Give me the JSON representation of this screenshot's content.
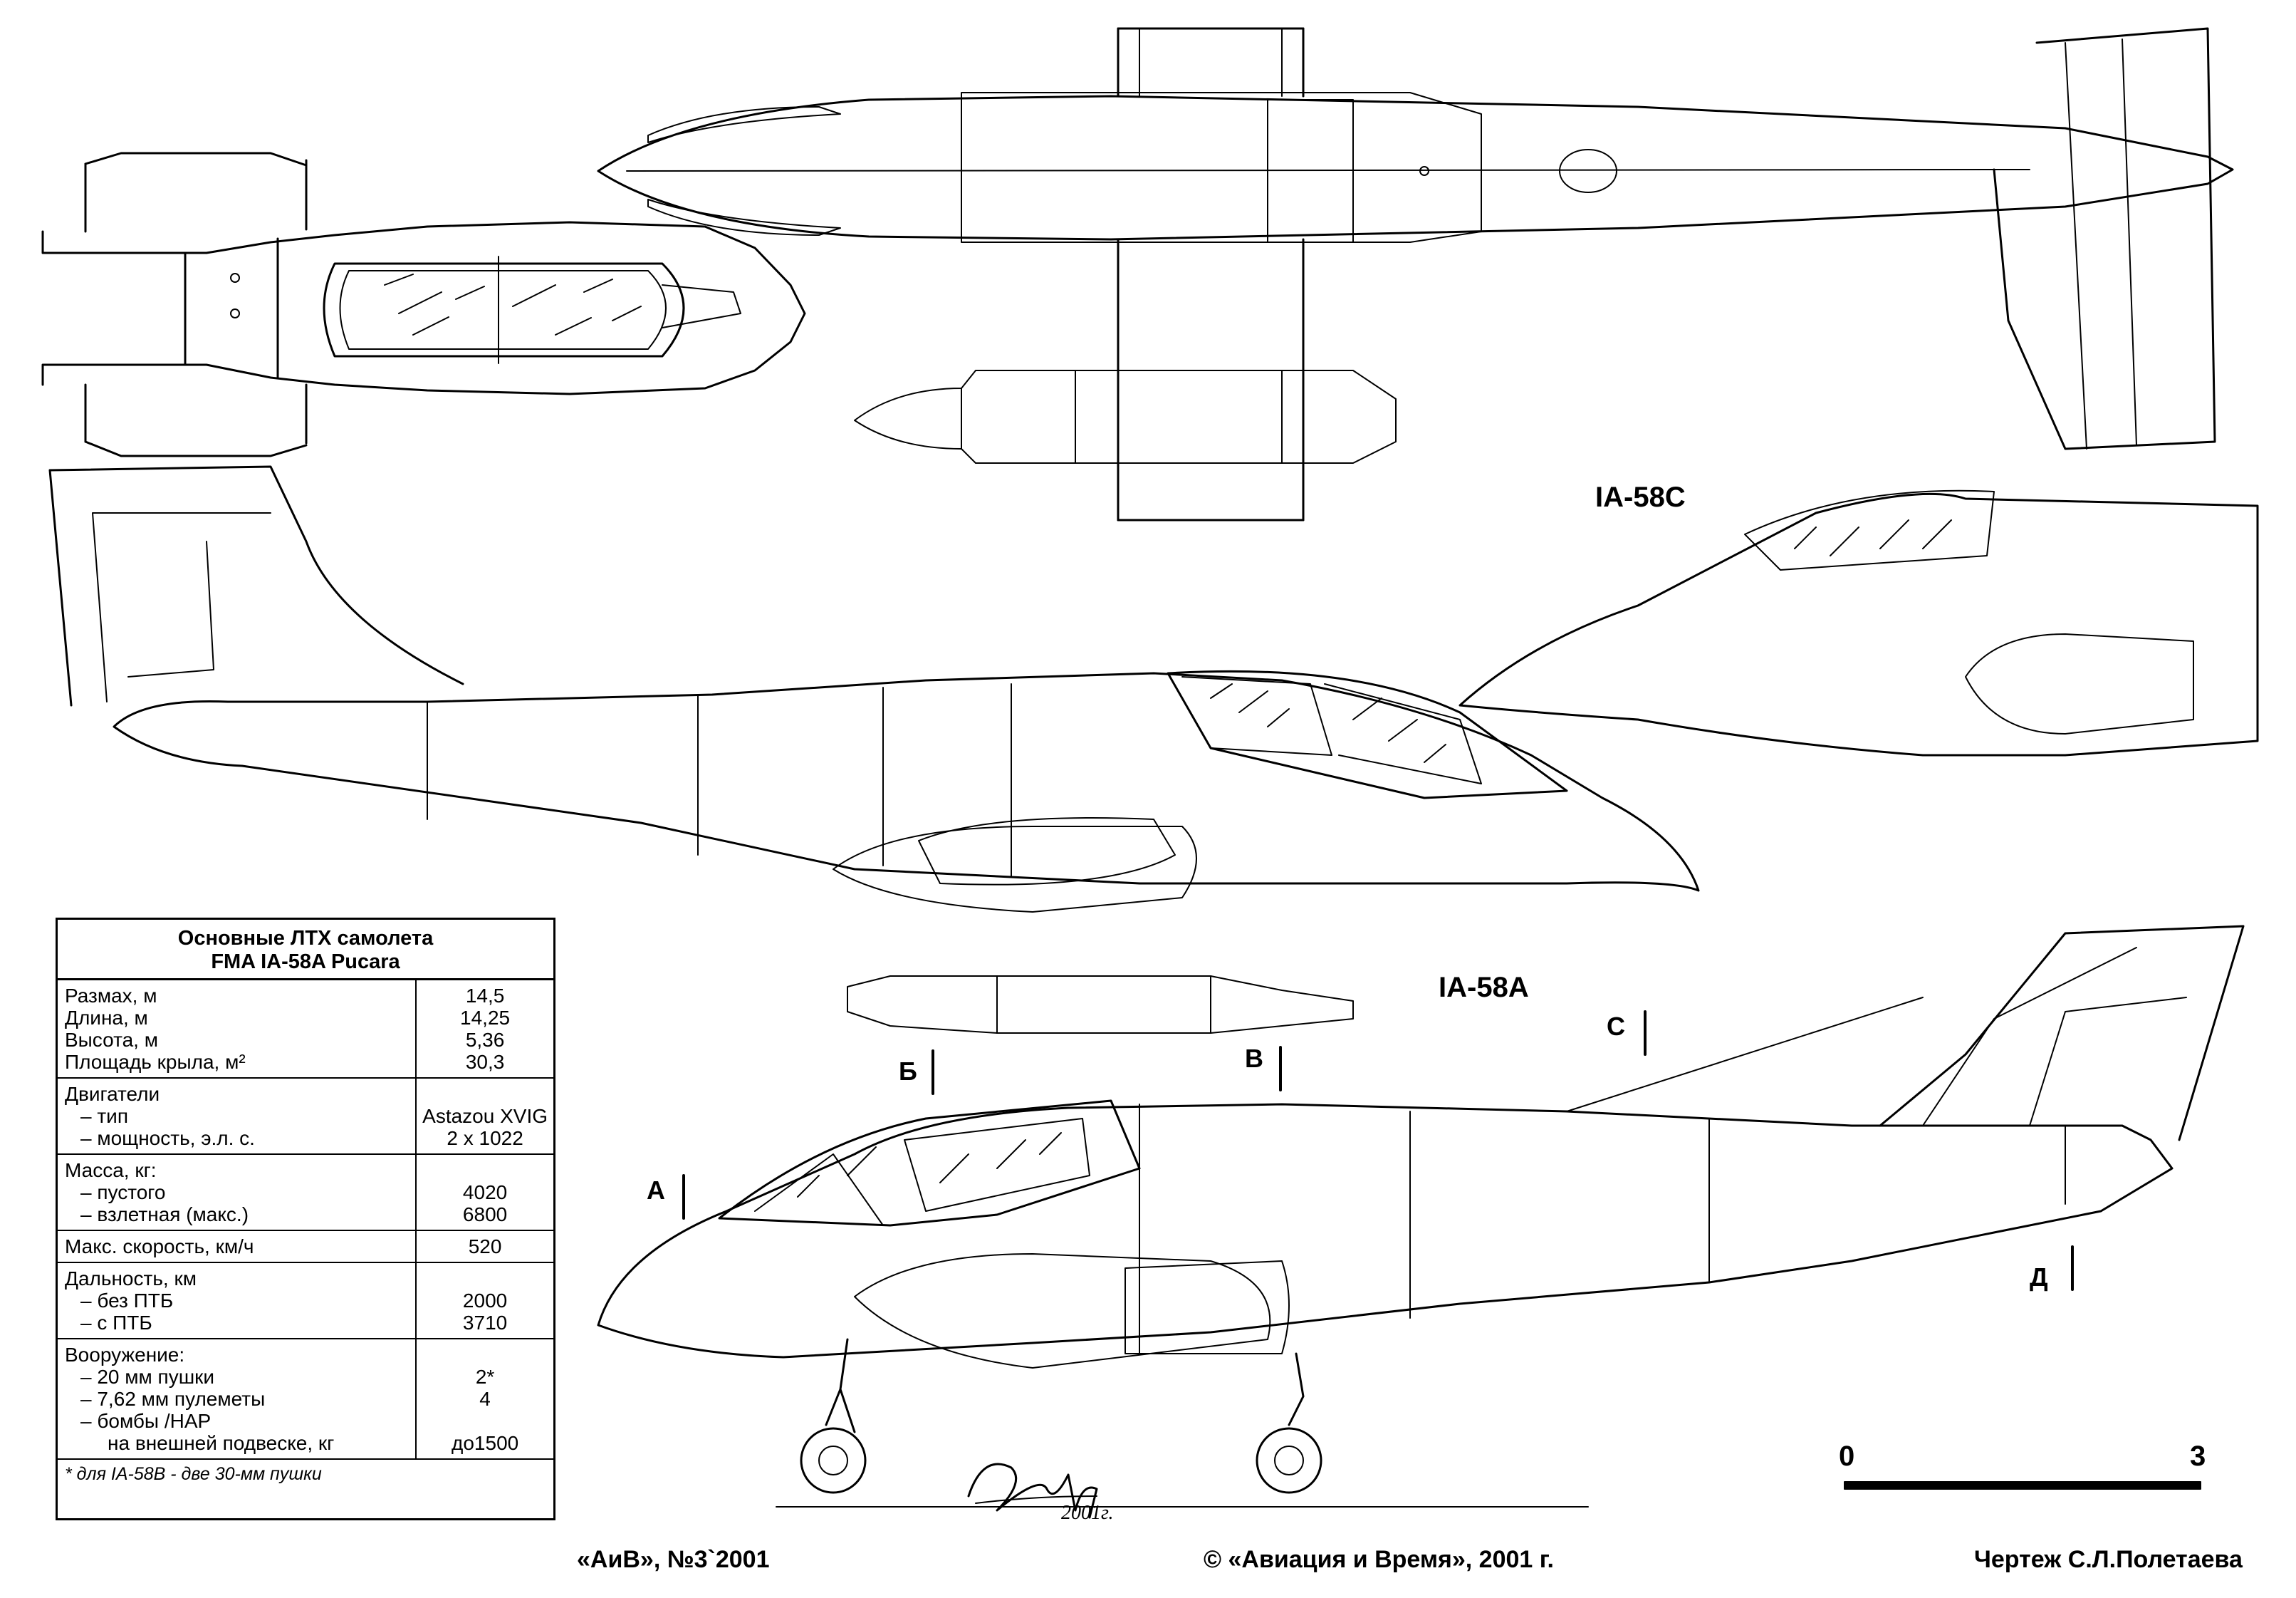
{
  "variants": {
    "top": "IA-58C",
    "main": "IA-58A"
  },
  "section_marks": [
    "А",
    "Б",
    "В",
    "С",
    "Д"
  ],
  "scale": {
    "start": "0",
    "end": "3"
  },
  "signature_year": "2001г.",
  "spec_table": {
    "title_line1": "Основные ЛТХ самолета",
    "title_line2": "FMA IA-58A Pucara",
    "groups": [
      {
        "rows": [
          {
            "label": "Размах, м",
            "value": "14,5"
          },
          {
            "label": "Длина, м",
            "value": "14,25"
          },
          {
            "label": "Высота, м",
            "value": "5,36"
          },
          {
            "label": "Площадь крыла, м²",
            "value": "30,3"
          }
        ]
      },
      {
        "rows": [
          {
            "label": "Двигатели",
            "value": ""
          },
          {
            "label": "– тип",
            "value": "Astazou XVIG"
          },
          {
            "label": "– мощность, э.л. с.",
            "value": "2 x 1022"
          }
        ]
      },
      {
        "rows": [
          {
            "label": "Масса, кг:",
            "value": ""
          },
          {
            "label": "– пустого",
            "value": "4020"
          },
          {
            "label": "– взлетная (макс.)",
            "value": "6800"
          }
        ]
      },
      {
        "rows": [
          {
            "label": "Макс. скорость, км/ч",
            "value": "520"
          }
        ]
      },
      {
        "rows": [
          {
            "label": "Дальность, км",
            "value": ""
          },
          {
            "label": "– без ПТБ",
            "value": "2000"
          },
          {
            "label": "– с ПТБ",
            "value": "3710"
          }
        ]
      },
      {
        "rows": [
          {
            "label": "Вооружение:",
            "value": ""
          },
          {
            "label": "– 20 мм пушки",
            "value": "2*"
          },
          {
            "label": "– 7,62 мм пулеметы",
            "value": "4"
          },
          {
            "label": "– бомбы /НАР",
            "value": ""
          },
          {
            "label": "на внешней подвеске, кг",
            "value": "до1500"
          }
        ]
      }
    ],
    "footnote": "* для IA-58B - две 30-мм пушки"
  },
  "footer": {
    "left": "«АиВ», №3`2001",
    "center": "© «Авиация и Время», 2001 г.",
    "right": "Чертеж С.Л.Полетаева"
  }
}
